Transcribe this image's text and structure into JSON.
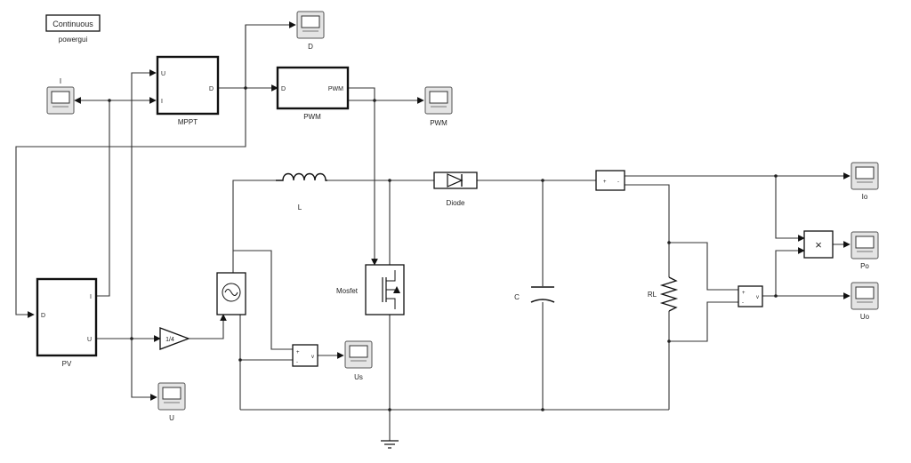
{
  "powergui": {
    "block_text": "Continuous",
    "label": "powergui"
  },
  "blocks": {
    "mppt": {
      "label": "MPPT",
      "port_u": "U",
      "port_i": "I",
      "port_d": "D"
    },
    "pwm": {
      "label": "PWM",
      "port_d": "D",
      "port_pwm": "PWM"
    },
    "pv": {
      "label": "PV",
      "port_d": "D",
      "port_i": "I",
      "port_u": "U"
    },
    "gain": {
      "text": "1/4"
    },
    "mosfet": {
      "label": "Mosfet"
    },
    "inductor": {
      "label": "L"
    },
    "diode": {
      "label": "Diode"
    },
    "capacitor": {
      "label": "C"
    },
    "resistor": {
      "label": "RL"
    },
    "product": {
      "symbol": "×"
    }
  },
  "scopes": {
    "i": "I",
    "d": "D",
    "pwm": "PWM",
    "us": "Us",
    "u": "U",
    "io": "Io",
    "po": "Po",
    "uo": "Uo"
  },
  "icons": [
    "scope-icon",
    "ac-source-icon",
    "ground-icon",
    "inductor-icon",
    "diode-icon",
    "capacitor-icon",
    "resistor-icon",
    "mosfet-icon",
    "sensor-icon",
    "product-icon",
    "gain-icon"
  ]
}
